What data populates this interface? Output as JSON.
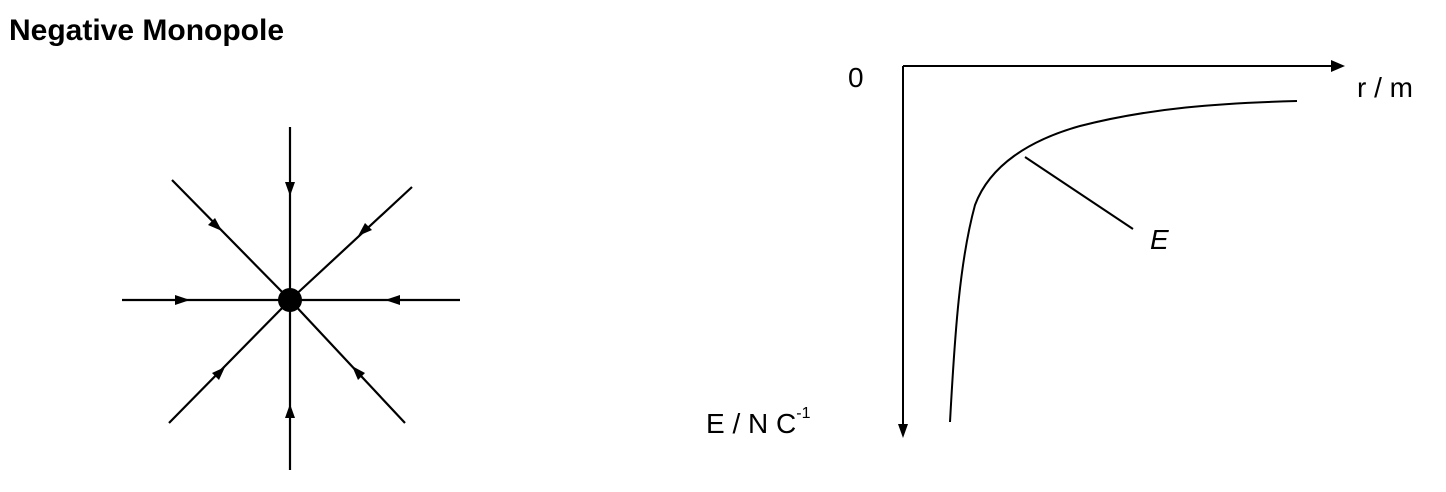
{
  "title": "Negative Monopole",
  "monopole": {
    "charge_sign": "negative",
    "field_line_count": 8,
    "arrow_direction": "inward",
    "charge_color": "#000000"
  },
  "graph": {
    "origin_label": "0",
    "x_axis_label": "r / m",
    "y_axis_label_main": "E / N C",
    "y_axis_label_exponent": "-1",
    "curve_label": "E",
    "curve_shape": "negative inverse-square, approaching zero as r increases",
    "line_color": "#000000"
  }
}
